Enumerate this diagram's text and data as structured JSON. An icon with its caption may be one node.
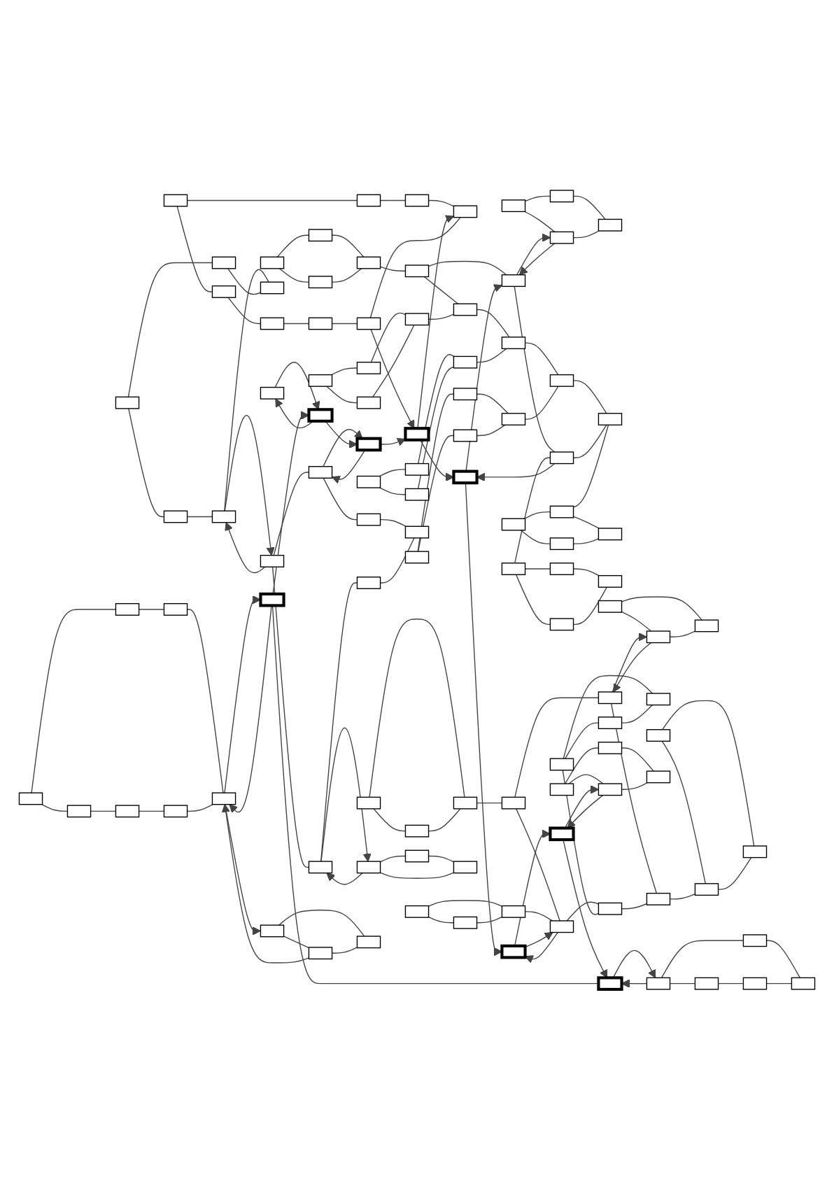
{
  "diagram": {
    "nodes": [
      {
        "text": [],
        "shape": "box"
      },
      {
        "text": [],
        "shape": "box"
      },
      {
        "text": [],
        "shape": "box"
      },
      {
        "text": [],
        "shape": "box"
      },
      {
        "text": [],
        "shape": "box"
      },
      {
        "text": [],
        "shape": "box"
      },
      {
        "text": [],
        "shape": "box"
      },
      {
        "text": [],
        "shape": "box"
      },
      {
        "text": [],
        "shape": "box"
      },
      {
        "text": [],
        "shape": "box"
      },
      {
        "text": [],
        "shape": "box"
      },
      {
        "text": [],
        "shape": "box"
      },
      {
        "text": [],
        "shape": "box"
      },
      {
        "text": [],
        "shape": "box"
      },
      {
        "text": [],
        "shape": "box"
      },
      {
        "text": [],
        "shape": "box"
      },
      {
        "text": [],
        "shape": "box"
      },
      {
        "text": [],
        "shape": "box"
      },
      {
        "text": [],
        "shape": "box"
      },
      {
        "text": [],
        "shape": "box"
      },
      {
        "text": [],
        "shape": "box"
      },
      {
        "text": [],
        "shape": "box"
      },
      {
        "text": [],
        "shape": "box"
      },
      {
        "text": [],
        "shape": "box"
      },
      {
        "text": [],
        "shape": "box"
      },
      {
        "text": [],
        "shape": "box"
      },
      {
        "text": [],
        "shape": "box"
      },
      {
        "text": [],
        "shape": "box"
      },
      {
        "text": [],
        "shape": "box"
      },
      {
        "text": [],
        "shape": "box"
      },
      {
        "text": [],
        "shape": "box"
      },
      {
        "text": [],
        "shape": "box"
      },
      {
        "text": [],
        "shape": "box"
      },
      {
        "text": [],
        "shape": "box"
      },
      {
        "text": [],
        "shape": "box"
      },
      {
        "text": [],
        "shape": "box"
      },
      {
        "text": [],
        "shape": "box"
      },
      {
        "text": [],
        "shape": "box"
      },
      {
        "text": [],
        "shape": "box"
      },
      {
        "text": [],
        "shape": "box"
      },
      {
        "text": [],
        "shape": "box"
      },
      {
        "text": [],
        "shape": "box"
      },
      {
        "text": [],
        "shape": "box"
      },
      {
        "text": [],
        "shape": "box"
      },
      {
        "text": [],
        "shape": "box"
      },
      {
        "text": [],
        "shape": "box"
      },
      {
        "text": [],
        "shape": "box"
      },
      {
        "text": [],
        "shape": "box"
      },
      {
        "text": [],
        "shape": "box"
      },
      {
        "text": [],
        "shape": "box"
      },
      {
        "text": [],
        "shape": "box"
      },
      {
        "text": [],
        "shape": "box"
      },
      {
        "text": [],
        "shape": "box"
      },
      {
        "text": [],
        "shape": "box"
      },
      {
        "text": [],
        "shape": "box"
      },
      {
        "text": [],
        "shape": "box"
      },
      {
        "text": [],
        "shape": "box"
      },
      {
        "text": [],
        "shape": "box"
      },
      {
        "text": [],
        "shape": "box"
      },
      {
        "text": [],
        "shape": "box"
      },
      {
        "text": [],
        "shape": "box"
      },
      {
        "text": [],
        "shape": "box"
      },
      {
        "text": [],
        "shape": "box"
      },
      {
        "text": [],
        "shape": "box"
      },
      {
        "text": [],
        "shape": "box"
      },
      {
        "text": [],
        "shape": "box"
      },
      {
        "text": [],
        "shape": "box"
      },
      {
        "text": [],
        "shape": "box"
      },
      {
        "text": [],
        "shape": "box"
      },
      {
        "text": [],
        "shape": "box"
      },
      {
        "text": [],
        "shape": "box"
      },
      {
        "text": [],
        "shape": "box"
      },
      {
        "text": [],
        "shape": "box"
      },
      {
        "text": [],
        "shape": "box"
      },
      {
        "text": [],
        "shape": "box"
      },
      {
        "text": [],
        "shape": "box"
      },
      {
        "text": [],
        "shape": "box"
      },
      {
        "text": [],
        "shape": "box"
      },
      {
        "text": [],
        "shape": "box"
      },
      {
        "text": [],
        "shape": "box"
      },
      {
        "text": [],
        "shape": "box"
      },
      {
        "text": [],
        "shape": "box"
      },
      {
        "text": [],
        "shape": "box"
      },
      {
        "text": [],
        "shape": "box"
      },
      {
        "text": [],
        "shape": "box"
      },
      {
        "text": [],
        "shape": "box"
      },
      {
        "text": [],
        "shape": "box"
      },
      {
        "text": [],
        "shape": "box"
      },
      {
        "text": [],
        "shape": "box"
      },
      {
        "text": [],
        "shape": "box"
      },
      {
        "text": [],
        "shape": "box"
      },
      {
        "text": [],
        "shape": "box"
      },
      {
        "text": [],
        "shape": "box"
      },
      {
        "text": [],
        "shape": "box"
      },
      {
        "text": [],
        "shape": "box"
      },
      {
        "text": [],
        "shape": "box"
      },
      {
        "text": [],
        "shape": "box"
      },
      {
        "text": [],
        "shape": "box"
      },
      {
        "text": [],
        "shape": "box"
      },
      {
        "text": [],
        "shape": "box"
      },
      {
        "text": [],
        "shape": "box"
      },
      {
        "text": [],
        "shape": "box"
      },
      {
        "text": [],
        "shape": "box"
      },
      {
        "text": [],
        "shape": "box"
      },
      {
        "text": [],
        "shape": "box"
      }
    ],
    "edges": [
      {
        "from": 0,
        "to": 1,
        "arrow": "none"
      },
      {
        "from": 1,
        "to": 2,
        "arrow": "none"
      },
      {
        "from": 2,
        "to": 3,
        "arrow": "none"
      },
      {
        "from": 3,
        "to": 4,
        "arrow": "none"
      },
      {
        "from": 0,
        "to": 5,
        "arrow": "none"
      },
      {
        "from": 5,
        "to": 6,
        "arrow": "none"
      },
      {
        "from": 6,
        "to": 7,
        "arrow": "none"
      },
      {
        "from": 7,
        "to": 4,
        "arrow": "none"
      },
      {
        "from": 8,
        "to": 9,
        "arrow": "none"
      },
      {
        "from": 8,
        "to": 10,
        "arrow": "none"
      },
      {
        "from": 9,
        "to": 11,
        "arrow": "none"
      },
      {
        "from": 10,
        "to": 11,
        "arrow": "none"
      },
      {
        "from": 12,
        "to": 13,
        "arrow": "none"
      },
      {
        "from": 12,
        "to": 14,
        "arrow": "none"
      },
      {
        "from": 13,
        "to": 15,
        "arrow": "none"
      },
      {
        "from": 14,
        "to": 15,
        "arrow": "none"
      },
      {
        "from": 16,
        "to": 17,
        "arrow": "none"
      },
      {
        "from": 16,
        "to": 18,
        "arrow": "none"
      },
      {
        "from": 17,
        "to": 19,
        "arrow": "none"
      },
      {
        "from": 18,
        "to": 19,
        "arrow": "none"
      },
      {
        "from": 20,
        "to": 21,
        "arrow": "none"
      },
      {
        "from": 20,
        "to": 22,
        "arrow": "none"
      },
      {
        "from": 21,
        "to": 23,
        "arrow": "none"
      },
      {
        "from": 22,
        "to": 23,
        "arrow": "none"
      },
      {
        "from": 24,
        "to": 25,
        "arrow": "none"
      },
      {
        "from": 24,
        "to": 26,
        "arrow": "none"
      },
      {
        "from": 25,
        "to": 27,
        "arrow": "none"
      },
      {
        "from": 26,
        "to": 27,
        "arrow": "none"
      },
      {
        "from": 28,
        "to": 29,
        "arrow": "none"
      },
      {
        "from": 29,
        "to": 30,
        "arrow": "none"
      },
      {
        "from": 30,
        "to": 31,
        "arrow": "none"
      },
      {
        "from": 31,
        "to": 34,
        "arrow": "none"
      },
      {
        "from": 28,
        "to": 32,
        "arrow": "none"
      },
      {
        "from": 32,
        "to": 33,
        "arrow": "none"
      },
      {
        "from": 33,
        "to": 34,
        "arrow": "none"
      },
      {
        "from": 15,
        "to": 28,
        "arrow": "none"
      },
      {
        "from": 11,
        "to": 29,
        "arrow": "none"
      },
      {
        "from": 19,
        "to": 30,
        "arrow": "none"
      },
      {
        "from": 23,
        "to": 31,
        "arrow": "none"
      },
      {
        "from": 26,
        "to": 32,
        "arrow": "to"
      },
      {
        "from": 32,
        "to": 26,
        "arrow": "to"
      },
      {
        "from": 35,
        "to": 36,
        "arrow": "none"
      },
      {
        "from": 35,
        "to": 37,
        "arrow": "none"
      },
      {
        "from": 36,
        "to": 38,
        "arrow": "none"
      },
      {
        "from": 37,
        "to": 38,
        "arrow": "none"
      },
      {
        "from": 39,
        "to": 40,
        "arrow": "none"
      },
      {
        "from": 39,
        "to": 41,
        "arrow": "none"
      },
      {
        "from": 40,
        "to": 42,
        "arrow": "none"
      },
      {
        "from": 41,
        "to": 42,
        "arrow": "none"
      },
      {
        "from": 36,
        "to": 34,
        "arrow": "none"
      },
      {
        "from": 39,
        "to": 33,
        "arrow": "none"
      },
      {
        "from": 44,
        "to": 43,
        "arrow": "none"
      },
      {
        "from": 43,
        "to": 45,
        "arrow": "none"
      },
      {
        "from": 45,
        "to": 47,
        "arrow": "none"
      },
      {
        "from": 44,
        "to": 46,
        "arrow": "none"
      },
      {
        "from": 46,
        "to": 47,
        "arrow": "none"
      },
      {
        "from": 4,
        "to": 48,
        "arrow": "to"
      },
      {
        "from": 48,
        "to": 7,
        "arrow": "to"
      },
      {
        "from": 48,
        "to": 49,
        "arrow": "to"
      },
      {
        "from": 49,
        "to": 32,
        "arrow": "to"
      },
      {
        "from": 33,
        "to": 49,
        "arrow": "to"
      },
      {
        "from": 50,
        "to": 51,
        "arrow": "none"
      },
      {
        "from": 51,
        "to": 53,
        "arrow": "none"
      },
      {
        "from": 53,
        "to": 55,
        "arrow": "none"
      },
      {
        "from": 50,
        "to": 52,
        "arrow": "none"
      },
      {
        "from": 52,
        "to": 54,
        "arrow": "none"
      },
      {
        "from": 54,
        "to": 55,
        "arrow": "none"
      },
      {
        "from": 45,
        "to": 50,
        "arrow": "to"
      },
      {
        "from": 50,
        "to": 45,
        "arrow": "to"
      },
      {
        "from": 56,
        "to": 57,
        "arrow": "none"
      },
      {
        "from": 56,
        "to": 58,
        "arrow": "none"
      },
      {
        "from": 57,
        "to": 58,
        "arrow": "none"
      },
      {
        "from": 59,
        "to": 60,
        "arrow": "none"
      },
      {
        "from": 59,
        "to": 61,
        "arrow": "none"
      },
      {
        "from": 60,
        "to": 61,
        "arrow": "none"
      },
      {
        "from": 62,
        "to": 63,
        "arrow": "none"
      },
      {
        "from": 62,
        "to": 64,
        "arrow": "none"
      },
      {
        "from": 63,
        "to": 64,
        "arrow": "none"
      },
      {
        "from": 65,
        "to": 66,
        "arrow": "none"
      },
      {
        "from": 65,
        "to": 67,
        "arrow": "none"
      },
      {
        "from": 66,
        "to": 68,
        "arrow": "none"
      },
      {
        "from": 67,
        "to": 69,
        "arrow": "none"
      },
      {
        "from": 68,
        "to": 69,
        "arrow": "none"
      },
      {
        "from": 58,
        "to": 65,
        "arrow": "none"
      },
      {
        "from": 64,
        "to": 66,
        "arrow": "none"
      },
      {
        "from": 67,
        "to": 60,
        "arrow": "to"
      },
      {
        "from": 60,
        "to": 67,
        "arrow": "to"
      },
      {
        "from": 51,
        "to": 70,
        "arrow": "to"
      },
      {
        "from": 70,
        "to": 51,
        "arrow": "to"
      },
      {
        "from": 70,
        "to": 48,
        "arrow": "to"
      },
      {
        "from": 49,
        "to": 71,
        "arrow": "to"
      },
      {
        "from": 71,
        "to": 66,
        "arrow": "to"
      },
      {
        "from": 66,
        "to": 71,
        "arrow": "to"
      },
      {
        "from": 72,
        "to": 73,
        "arrow": "none"
      },
      {
        "from": 72,
        "to": 74,
        "arrow": "none"
      },
      {
        "from": 73,
        "to": 74,
        "arrow": "none"
      },
      {
        "from": 75,
        "to": 76,
        "arrow": "none"
      },
      {
        "from": 75,
        "to": 77,
        "arrow": "none"
      },
      {
        "from": 76,
        "to": 77,
        "arrow": "none"
      },
      {
        "from": 72,
        "to": 68,
        "arrow": "none"
      },
      {
        "from": 69,
        "to": 76,
        "arrow": "none"
      },
      {
        "from": 78,
        "to": 79,
        "arrow": "none"
      },
      {
        "from": 79,
        "to": 80,
        "arrow": "none"
      },
      {
        "from": 78,
        "to": 80,
        "arrow": "none"
      },
      {
        "from": 78,
        "to": 52,
        "arrow": "to"
      },
      {
        "from": 52,
        "to": 78,
        "arrow": "to"
      },
      {
        "from": 81,
        "to": 82,
        "arrow": "to"
      },
      {
        "from": 82,
        "to": 81,
        "arrow": "to"
      },
      {
        "from": 82,
        "to": 70,
        "arrow": "to"
      },
      {
        "from": 71,
        "to": 83,
        "arrow": "to"
      },
      {
        "from": 84,
        "to": 85,
        "arrow": "none"
      },
      {
        "from": 84,
        "to": 86,
        "arrow": "none"
      },
      {
        "from": 86,
        "to": 87,
        "arrow": "none"
      },
      {
        "from": 85,
        "to": 87,
        "arrow": "none"
      },
      {
        "from": 83,
        "to": 85,
        "arrow": "to"
      },
      {
        "from": 85,
        "to": 83,
        "arrow": "to"
      },
      {
        "from": 88,
        "to": 89,
        "arrow": "none"
      },
      {
        "from": 89,
        "to": 90,
        "arrow": "none"
      },
      {
        "from": 90,
        "to": 91,
        "arrow": "none"
      },
      {
        "from": 88,
        "to": 92,
        "arrow": "none"
      },
      {
        "from": 92,
        "to": 93,
        "arrow": "none"
      },
      {
        "from": 93,
        "to": 94,
        "arrow": "none"
      },
      {
        "from": 94,
        "to": 91,
        "arrow": "none"
      },
      {
        "from": 91,
        "to": 95,
        "arrow": "to"
      },
      {
        "from": 95,
        "to": 91,
        "arrow": "to"
      },
      {
        "from": 95,
        "to": 82,
        "arrow": "to"
      },
      {
        "from": 83,
        "to": 96,
        "arrow": "to"
      },
      {
        "from": 95,
        "to": 96,
        "arrow": "none"
      },
      {
        "from": 97,
        "to": 98,
        "arrow": "none"
      },
      {
        "from": 97,
        "to": 99,
        "arrow": "none"
      },
      {
        "from": 98,
        "to": 99,
        "arrow": "none"
      },
      {
        "from": 91,
        "to": 97,
        "arrow": "to"
      },
      {
        "from": 98,
        "to": 91,
        "arrow": "to"
      },
      {
        "from": 100,
        "to": 101,
        "arrow": "none"
      },
      {
        "from": 101,
        "to": 104,
        "arrow": "none"
      },
      {
        "from": 100,
        "to": 102,
        "arrow": "none"
      },
      {
        "from": 102,
        "to": 103,
        "arrow": "none"
      },
      {
        "from": 103,
        "to": 104,
        "arrow": "none"
      },
      {
        "from": 96,
        "to": 100,
        "arrow": "to"
      },
      {
        "from": 100,
        "to": 96,
        "arrow": "to"
      }
    ]
  }
}
